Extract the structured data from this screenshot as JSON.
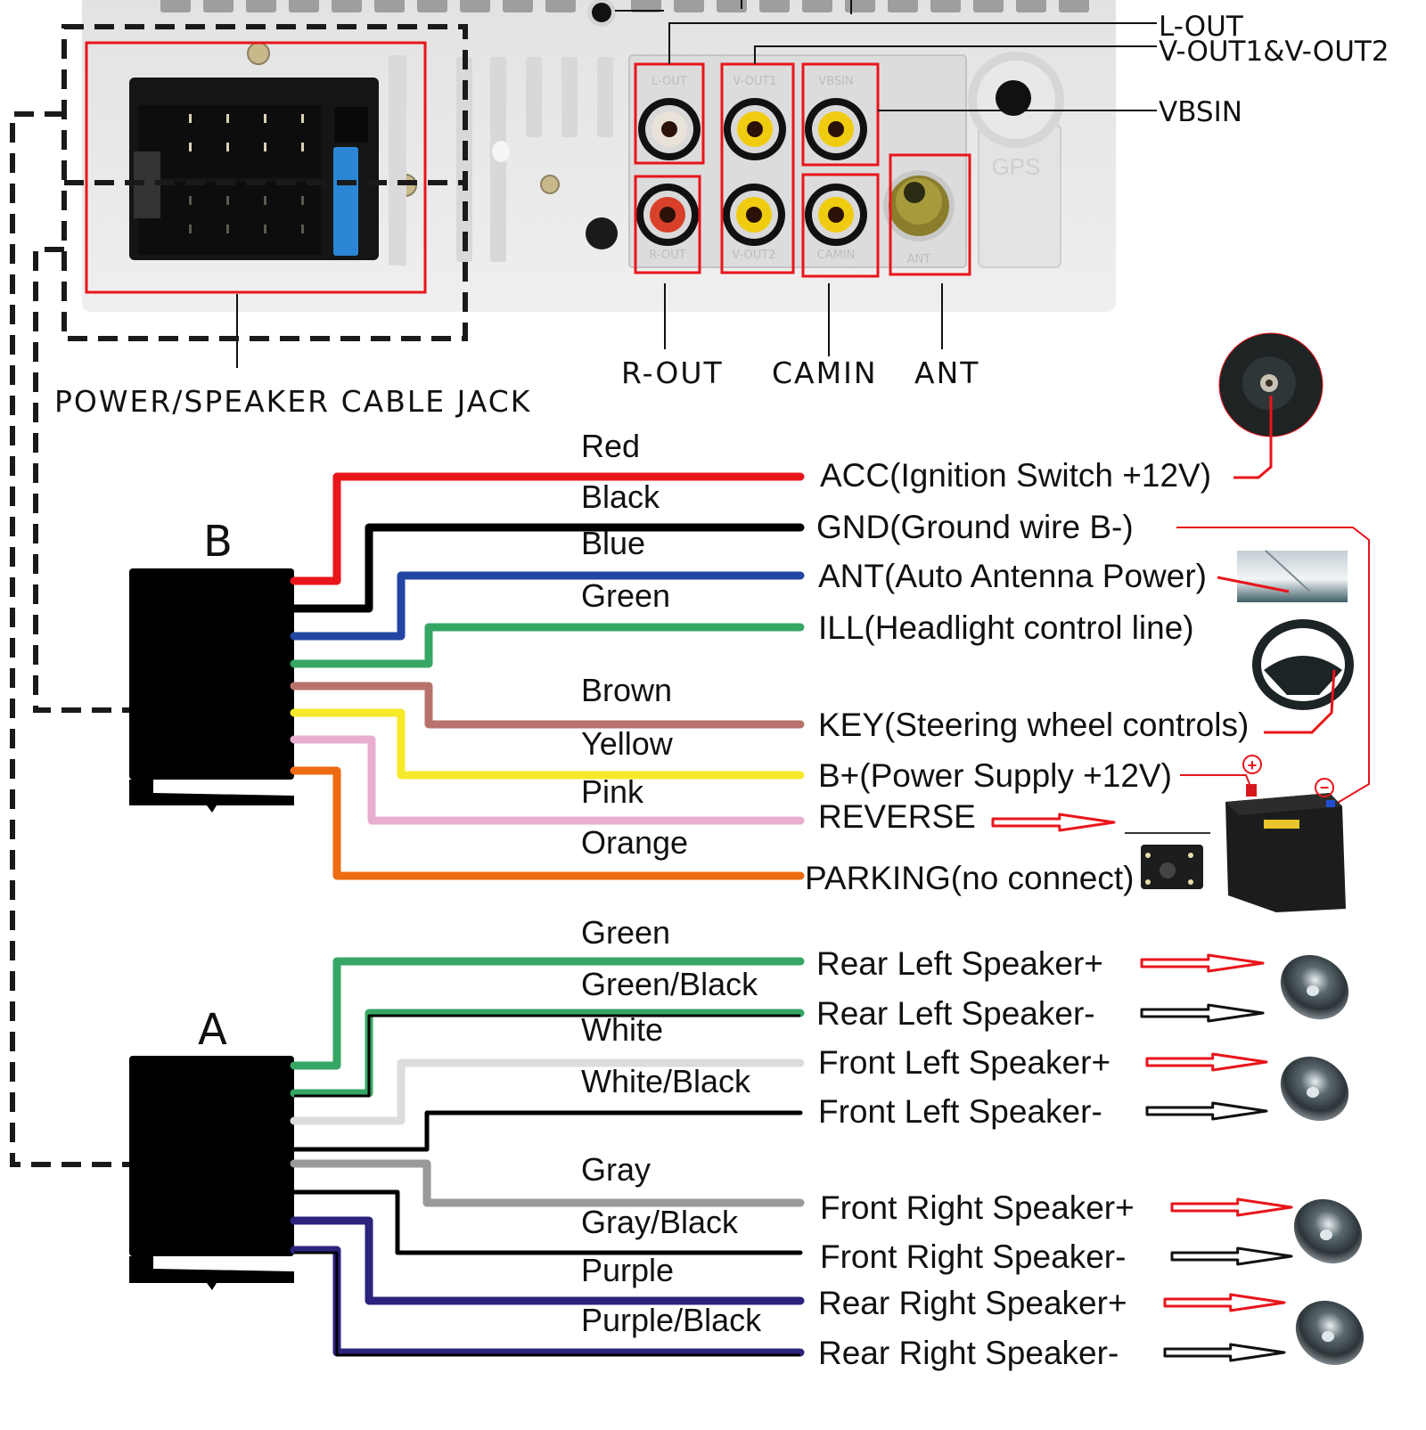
{
  "title_annotations": {
    "power_jack_label": "POWER/SPEAKER CABLE JACK",
    "top_right_labels": [
      "L-OUT",
      "V-OUT1&V-OUT2",
      "VBSIN"
    ],
    "bottom_labels": [
      "R-OUT",
      "CAMIN",
      "ANT"
    ]
  },
  "head_unit": {
    "rca_ports": [
      {
        "id": "l-out",
        "panel_text": "L-OUT",
        "color": "#e9e2d8"
      },
      {
        "id": "v-out1",
        "panel_text": "V-OUT1",
        "color": "#f0cc10"
      },
      {
        "id": "vbsin",
        "panel_text": "VBSIN",
        "color": "#f0cc10"
      },
      {
        "id": "r-out",
        "panel_text": "R-OUT",
        "color": "#d8402a"
      },
      {
        "id": "v-out2",
        "panel_text": "V-OUT2",
        "color": "#f0cc10"
      },
      {
        "id": "camin",
        "panel_text": "CAMIN",
        "color": "#f0cc10"
      }
    ],
    "ant_port_text": "ANT",
    "gps_port_text": "GPS",
    "highlight_color": "#e8151b"
  },
  "connector_b": {
    "letter": "B",
    "wires": [
      {
        "color_name": "Red",
        "hex": "#e8151b",
        "function": "ACC(Ignition Switch +12V)"
      },
      {
        "color_name": "Black",
        "hex": "#000000",
        "function": "GND(Ground wire B-)"
      },
      {
        "color_name": "Blue",
        "hex": "#2346a3",
        "function": "ANT(Auto Antenna Power)"
      },
      {
        "color_name": "Green",
        "hex": "#36a665",
        "function": "ILL(Headlight control line)"
      },
      {
        "color_name": "Brown",
        "hex": "#b7736b",
        "function": "KEY(Steering wheel controls)"
      },
      {
        "color_name": "Yellow",
        "hex": "#f6e92a",
        "function": "B+(Power Supply +12V)"
      },
      {
        "color_name": "Pink",
        "hex": "#e8aed0",
        "function": "REVERSE"
      },
      {
        "color_name": "Orange",
        "hex": "#ef6b12",
        "function": "PARKING(no connect)"
      }
    ]
  },
  "connector_a": {
    "letter": "A",
    "wires": [
      {
        "color_name": "Green",
        "hex": "#36a665",
        "function": "Rear Left Speaker+",
        "polarity": "+"
      },
      {
        "color_name": "Green/Black",
        "hex": "#36a665",
        "stripe": "#000000",
        "function": "Rear Left Speaker-",
        "polarity": "-"
      },
      {
        "color_name": "White",
        "hex": "#dcdcdc",
        "function": "Front Left Speaker+",
        "polarity": "+"
      },
      {
        "color_name": "White/Black",
        "hex": "#000000",
        "function": "Front Left Speaker-",
        "polarity": "-"
      },
      {
        "color_name": "Gray",
        "hex": "#9a9a9a",
        "function": "Front Right Speaker+",
        "polarity": "+"
      },
      {
        "color_name": "Gray/Black",
        "hex": "#000000",
        "function": "Front Right Speaker-",
        "polarity": "-"
      },
      {
        "color_name": "Purple",
        "hex": "#2b237c",
        "function": "Rear Right Speaker+",
        "polarity": "+"
      },
      {
        "color_name": "Purple/Black",
        "hex": "#2b237c",
        "stripe": "#000000",
        "function": "Rear Right Speaker-",
        "polarity": "-"
      }
    ]
  },
  "devices": {
    "ignition": "ignition-switch-icon",
    "antenna": "car-antenna-icon",
    "steering": "steering-wheel-icon",
    "camera": "reverse-camera-icon",
    "battery": "car-battery-icon",
    "battery_plus": "+",
    "battery_minus": "−",
    "speaker": "speaker-icon"
  },
  "colors": {
    "callout_red": "#e8151b",
    "arrow_black": "#111111",
    "panel_bg": "#e6e6e6",
    "dash": "#1a1a1a"
  }
}
